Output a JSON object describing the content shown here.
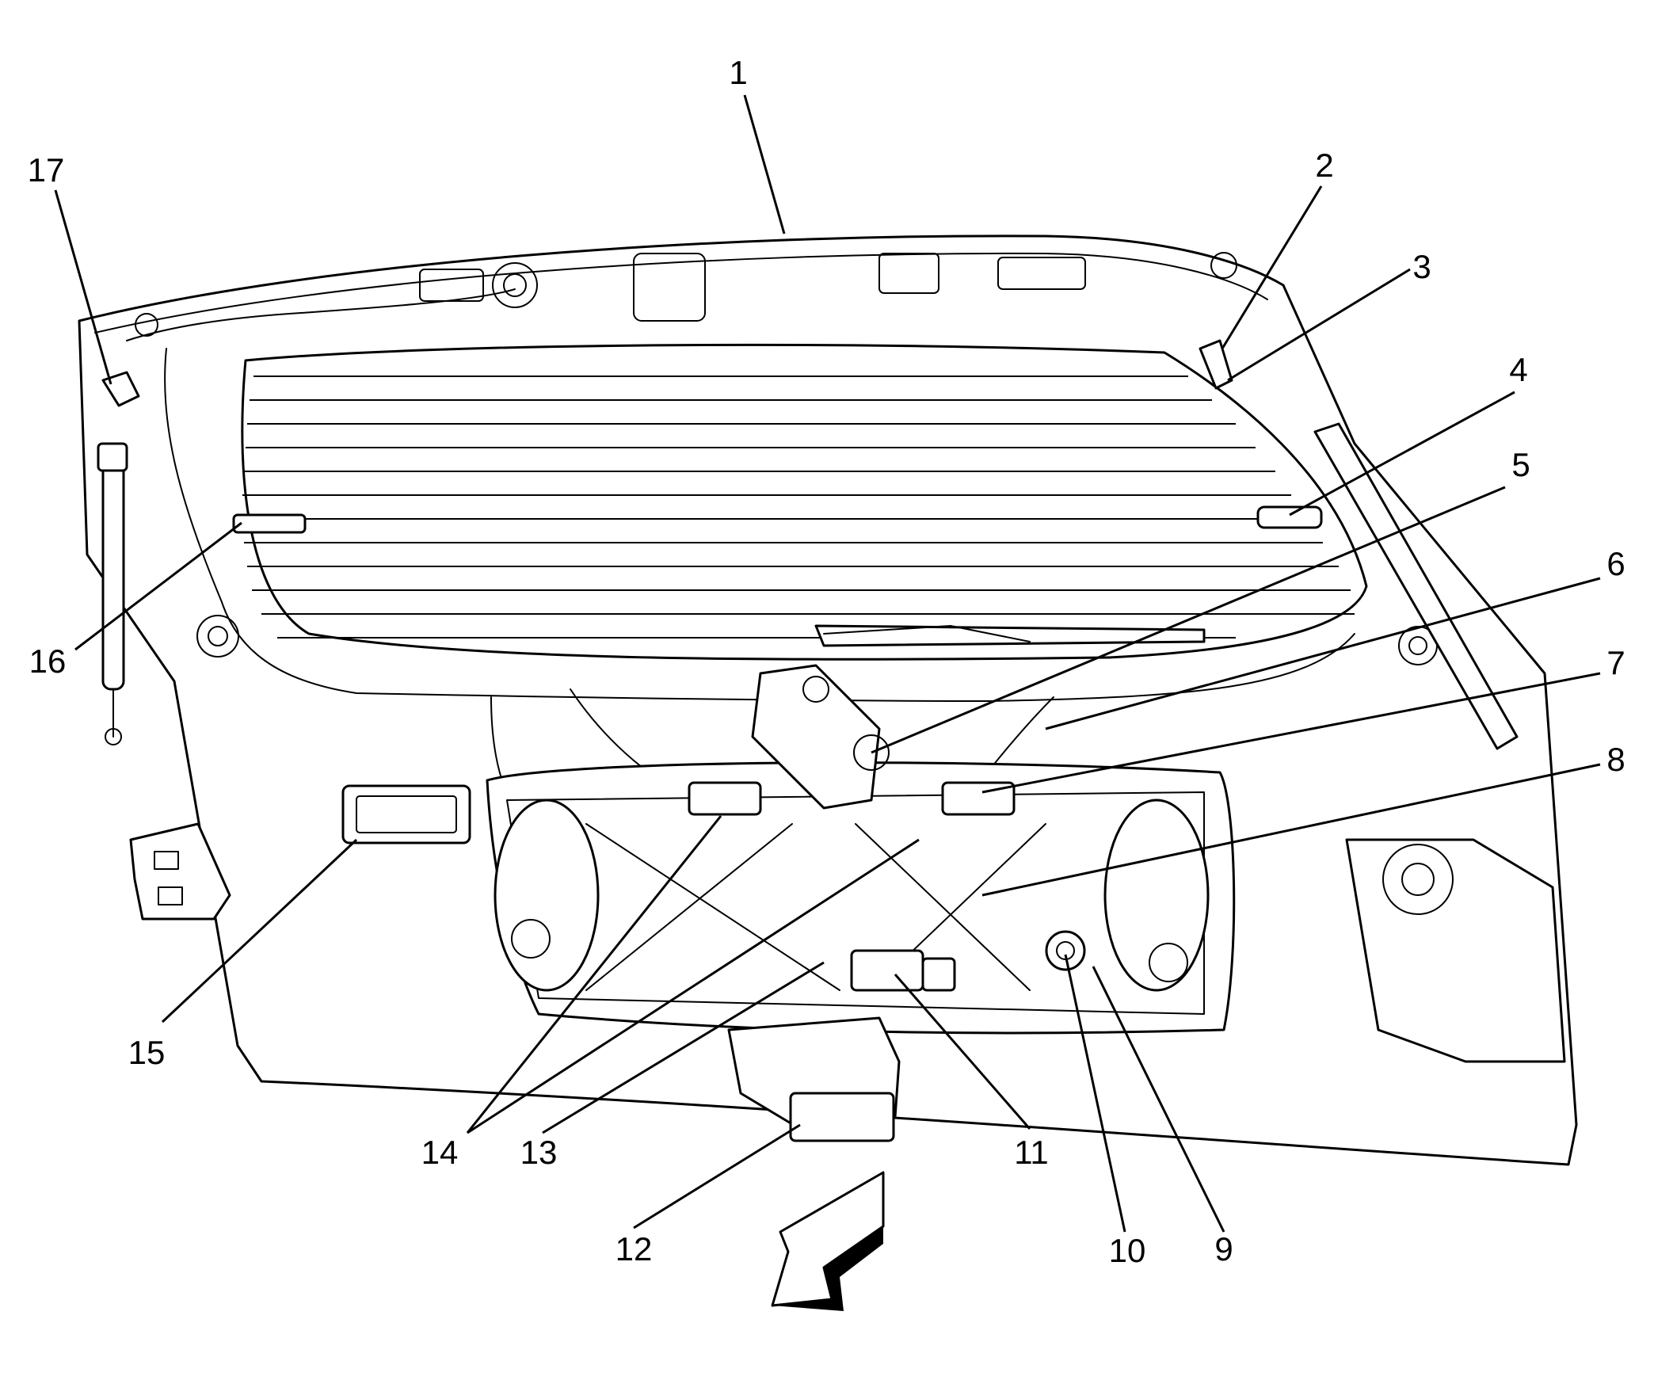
{
  "diagram": {
    "callouts": [
      {
        "id": "1",
        "label": "1"
      },
      {
        "id": "2",
        "label": "2"
      },
      {
        "id": "3",
        "label": "3"
      },
      {
        "id": "4",
        "label": "4"
      },
      {
        "id": "5",
        "label": "5"
      },
      {
        "id": "6",
        "label": "6"
      },
      {
        "id": "7",
        "label": "7"
      },
      {
        "id": "8",
        "label": "8"
      },
      {
        "id": "9",
        "label": "9"
      },
      {
        "id": "10",
        "label": "10"
      },
      {
        "id": "11",
        "label": "11"
      },
      {
        "id": "12",
        "label": "12"
      },
      {
        "id": "13",
        "label": "13"
      },
      {
        "id": "14",
        "label": "14"
      },
      {
        "id": "15",
        "label": "15"
      },
      {
        "id": "16",
        "label": "16"
      },
      {
        "id": "17",
        "label": "17"
      }
    ],
    "orientation_arrow": "front-direction-arrow-icon"
  }
}
